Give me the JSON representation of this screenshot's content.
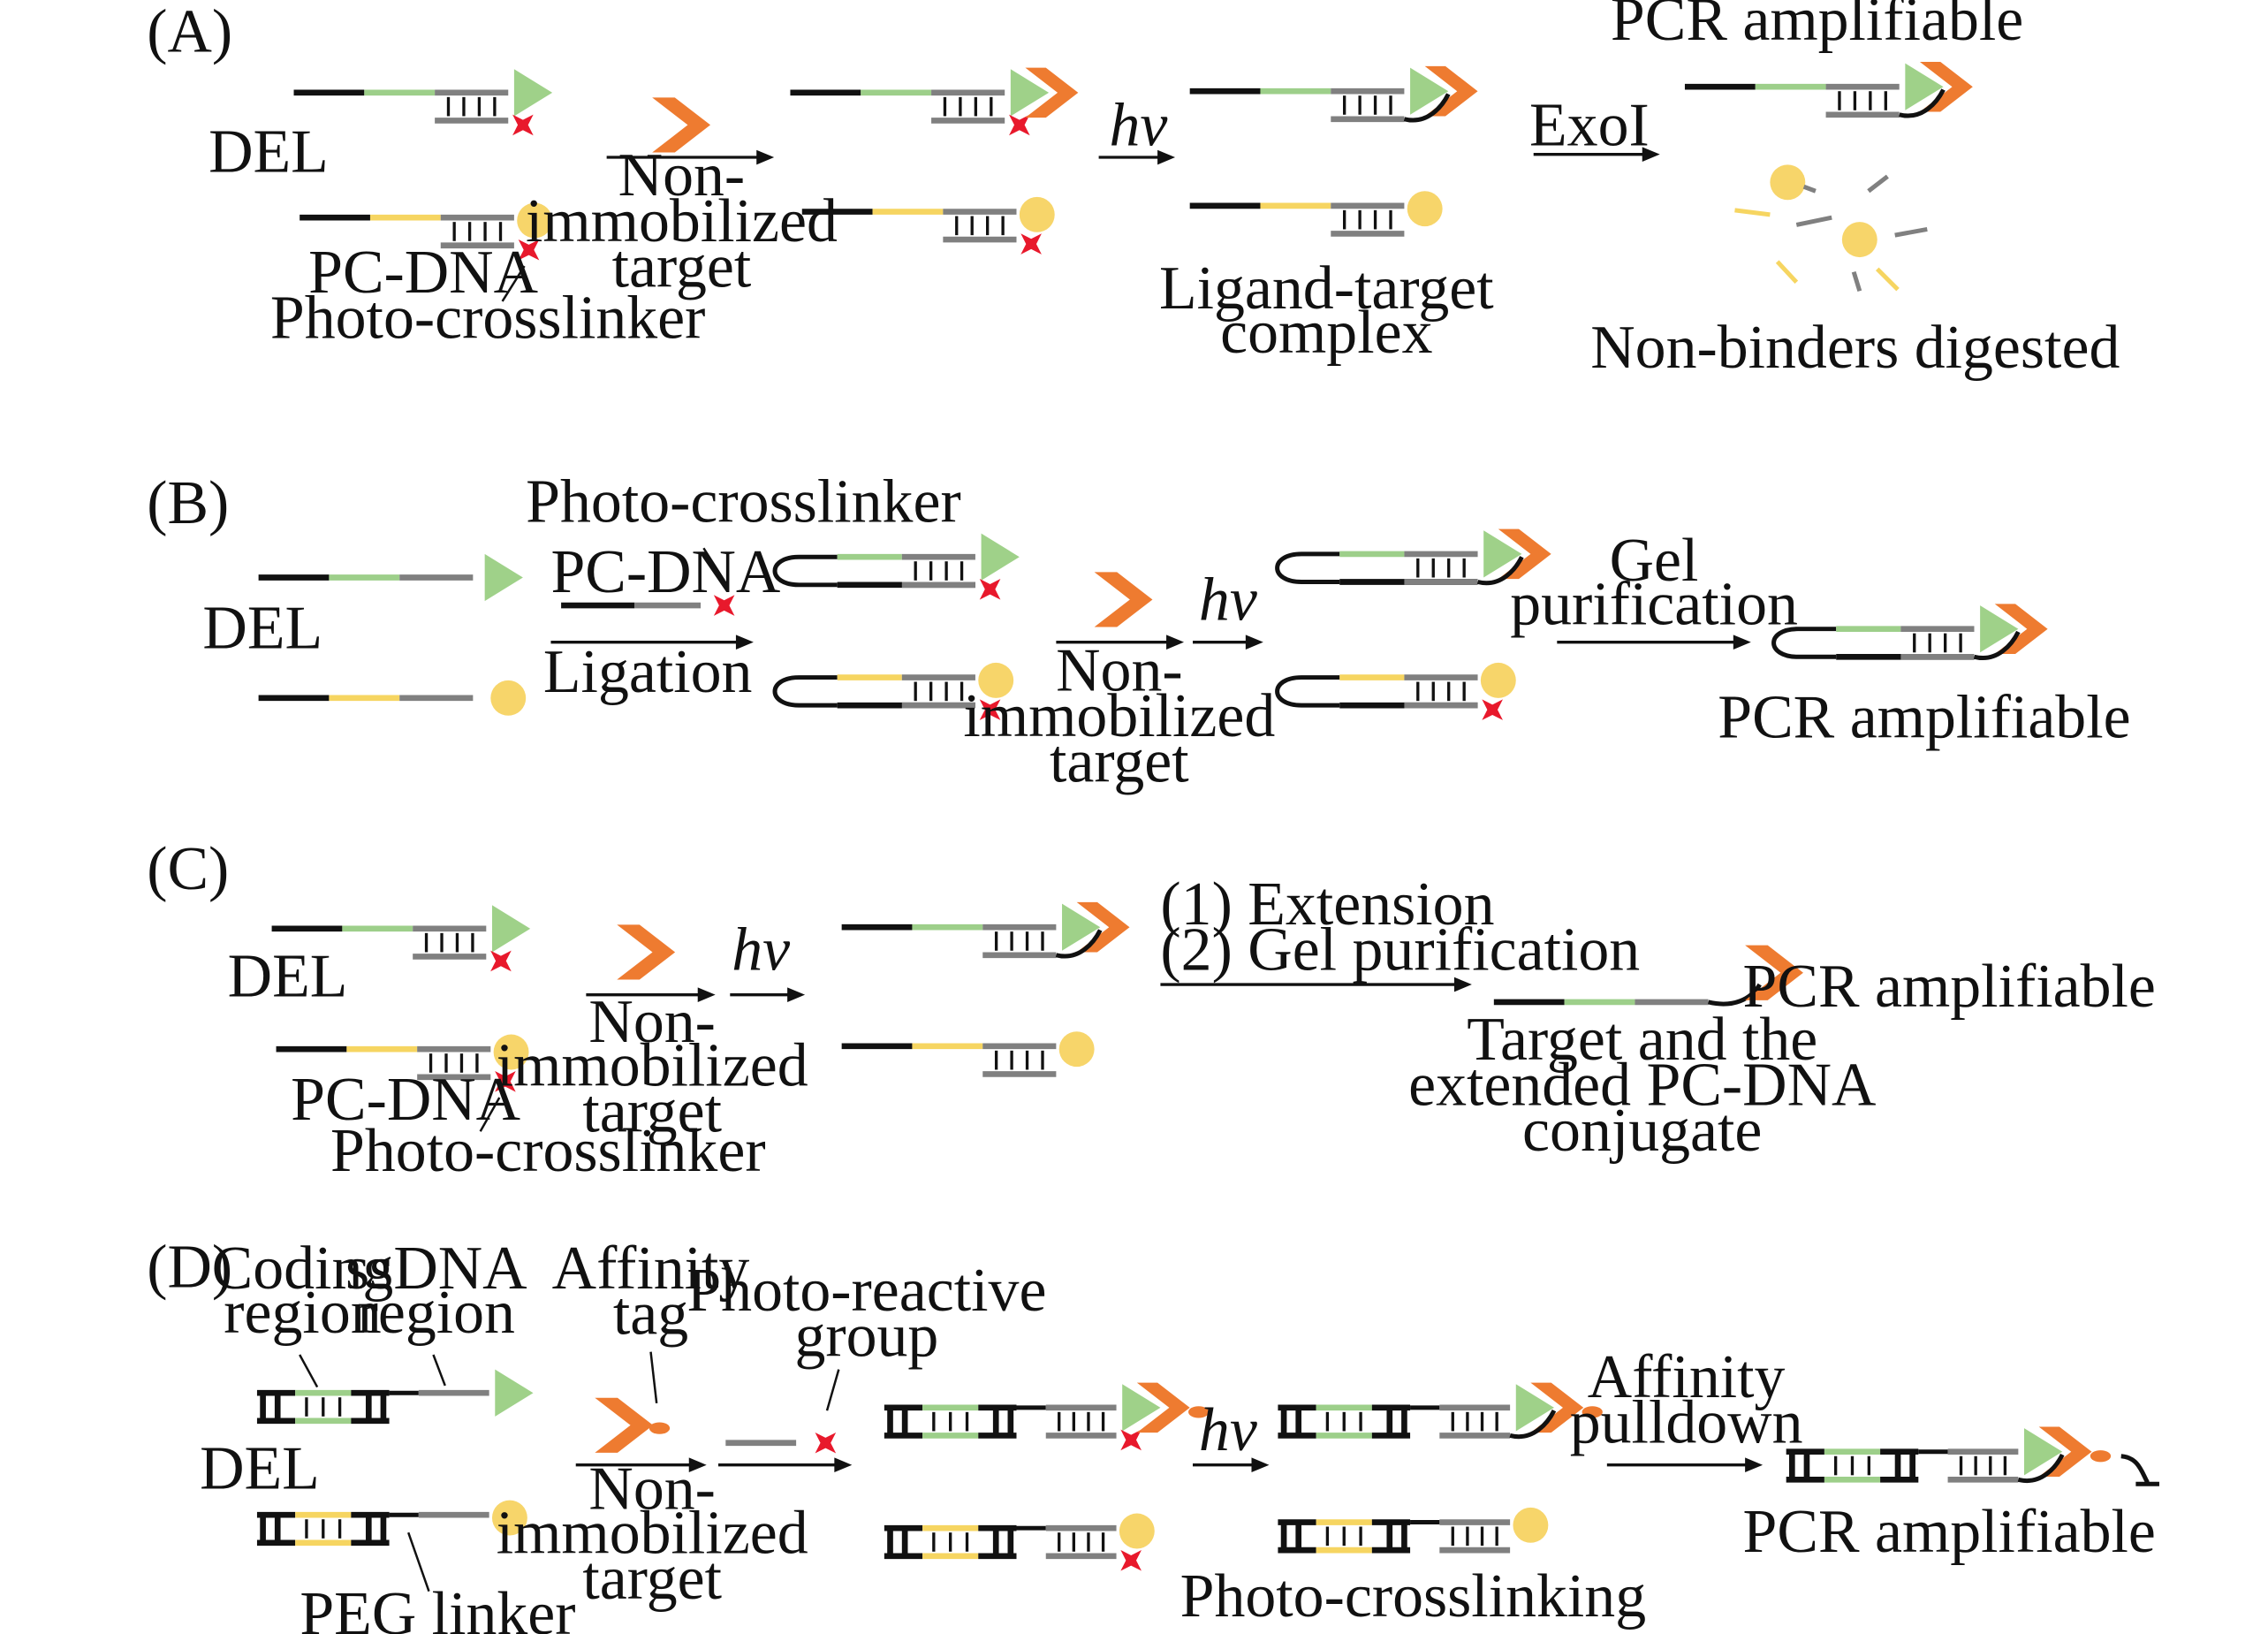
{
  "colors": {
    "black": "#111111",
    "green": "#9dcf8a",
    "gray": "#808080",
    "yellow": "#f6d561",
    "triangle": "#9fd189",
    "orange": "#ee7b30",
    "cross": "#e8192c",
    "bead": "#f7d56a"
  },
  "panelA": {
    "label": "(A)",
    "del": "DEL",
    "pcdna": "PC-DNA",
    "crosslinker": "Photo-crosslinker",
    "target1": "Non-",
    "target2": "immobilized",
    "target3": "target",
    "hv": "hv",
    "complex1": "Ligand-target",
    "complex2": "complex",
    "exo": "ExoI",
    "pcr": "PCR amplifiable",
    "digested": "Non-binders digested"
  },
  "panelB": {
    "label": "(B)",
    "del": "DEL",
    "crosslinker": "Photo-crosslinker",
    "pcdna": "PC-DNA",
    "ligation": "Ligation",
    "target1": "Non-",
    "target2": "immobilized",
    "target3": "target",
    "hv": "hv",
    "gel1": "Gel",
    "gel2": "purification",
    "pcr": "PCR amplifiable"
  },
  "panelC": {
    "label": "(C)",
    "del": "DEL",
    "pcdna": "PC-DNA",
    "crosslinker": "Photo-crosslinker",
    "target1": "Non-",
    "target2": "immobilized",
    "target3": "target",
    "hv": "hv",
    "step1": "(1) Extension",
    "step2": "(2) Gel purification",
    "result1": "Target and the",
    "result2": "extended PC-DNA",
    "result3": "conjugate",
    "pcr": "PCR amplifiable"
  },
  "panelD": {
    "label": "(D)",
    "coding1": "Coding",
    "coding2": "region",
    "ssdna1": "ssDNA",
    "ssdna2": "region",
    "del": "DEL",
    "peg": "PEG linker",
    "affinity1": "Affinity",
    "affinity2": "tag",
    "target1": "Non-",
    "target2": "immobilized",
    "target3": "target",
    "photo1": "Photo-reactive",
    "photo2": "group",
    "hv": "hv",
    "crosslinking": "Photo-crosslinking",
    "pulldown1": "Affinity",
    "pulldown2": "pulldown",
    "pcr": "PCR amplifiable"
  }
}
